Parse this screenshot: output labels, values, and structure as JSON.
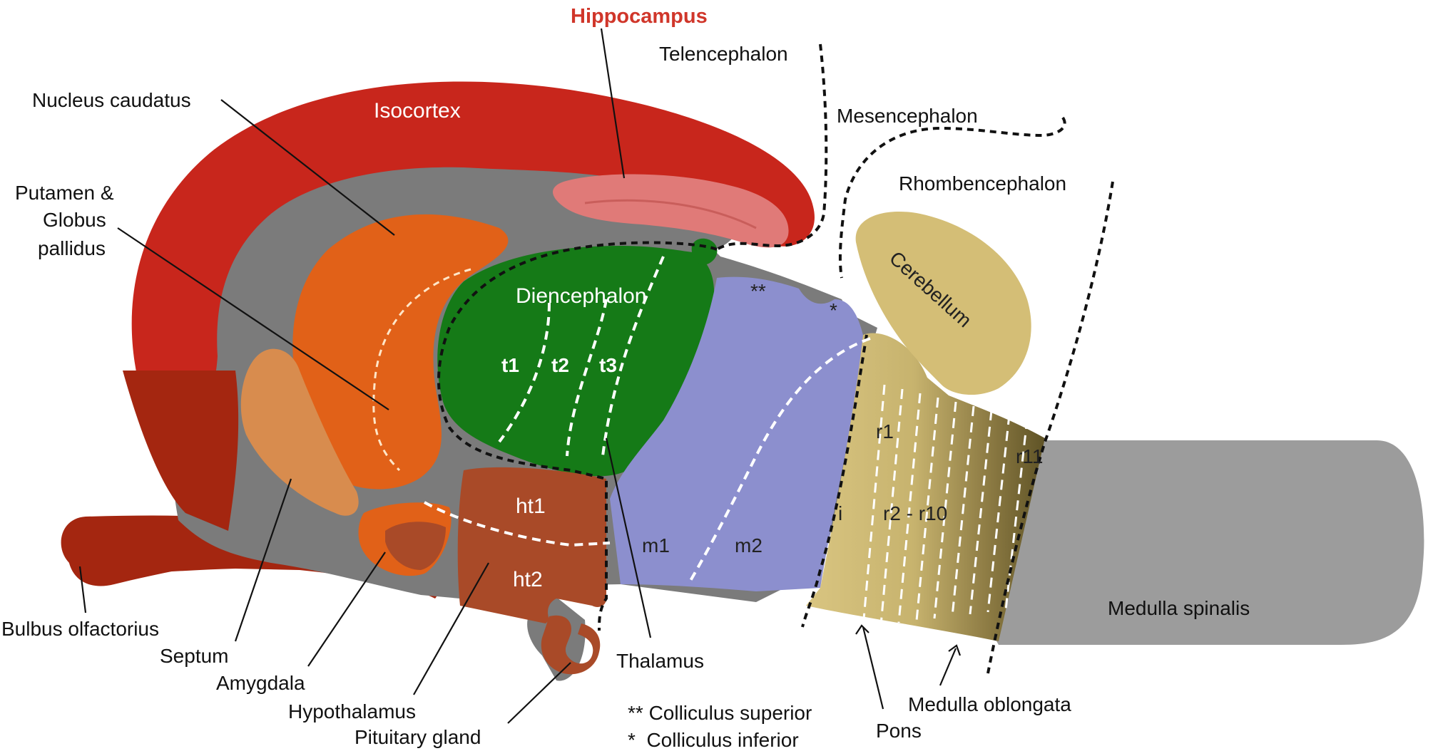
{
  "colors": {
    "isocortex": "#c8261c",
    "hippocampus": "#e07a78",
    "caudatus": "#e16118",
    "septum": "#d88c4e",
    "olfactory": "#a42610",
    "diencephalon": "#157a17",
    "hypothalamus": "#a94a28",
    "mesencephalon": "#8c8fce",
    "cerebellum": "#d4be76",
    "spinal": "#9c9c9c",
    "background_tissue": "#7b7b7b",
    "hippocampus_title": "#d0362a"
  },
  "regions": {
    "isocortex": "Isocortex",
    "diencephalon": "Diencephalon",
    "t1": "t1",
    "t2": "t2",
    "t3": "t3",
    "ht1": "ht1",
    "ht2": "ht2",
    "m1": "m1",
    "m2": "m2",
    "colliculus_superior_mark": "**",
    "colliculus_inferior_mark": "*",
    "cerebellum": "Cerebellum",
    "r1": "r1",
    "r2_r10": "r2 - r10",
    "r11": "r11",
    "i": "i",
    "medulla_spinalis": "Medulla spinalis"
  },
  "divisions": {
    "telencephalon": "Telencephalon",
    "mesencephalon": "Mesencephalon",
    "rhombencephalon": "Rhombencephalon"
  },
  "labels": {
    "hippocampus": "Hippocampus",
    "nucleus_caudatus": "Nucleus caudatus",
    "putamen_line1": "Putamen &",
    "putamen_line2": "Globus",
    "putamen_line3": "pallidus",
    "bulbus_olfactorius": "Bulbus olfactorius",
    "septum": "Septum",
    "amygdala": "Amygdala",
    "hypothalamus": "Hypothalamus",
    "pituitary_gland": "Pituitary gland",
    "thalamus": "Thalamus",
    "pons": "Pons",
    "medulla_oblongata": "Medulla oblongata"
  },
  "legend": {
    "superior": "** Colliculus superior",
    "inferior": "*  Colliculus inferior"
  }
}
